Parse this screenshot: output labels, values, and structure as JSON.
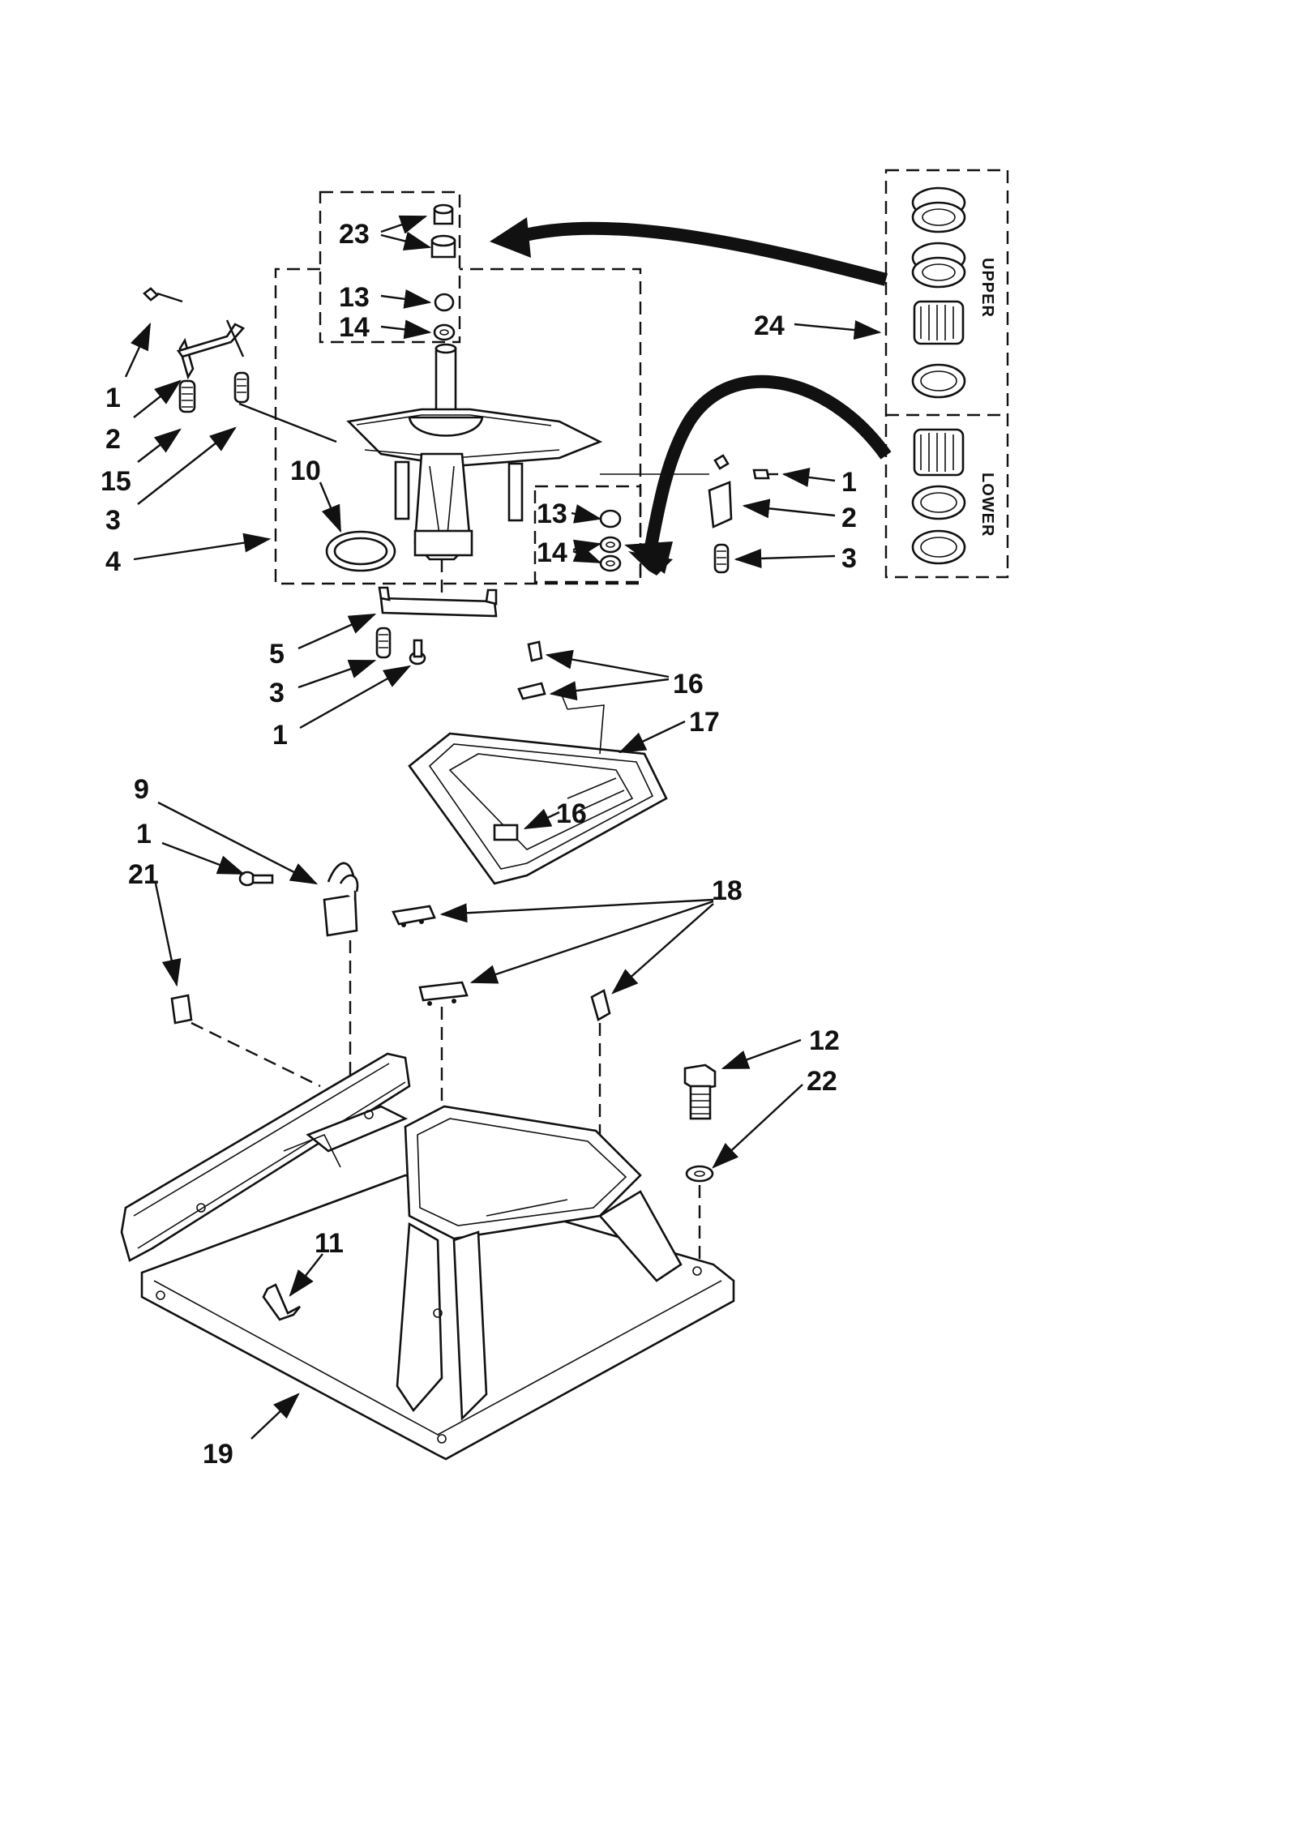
{
  "callouts": {
    "c1_top_left": "1",
    "c2_top_left": "2",
    "c15": "15",
    "c3_top_left": "3",
    "c4": "4",
    "c10": "10",
    "c23": "23",
    "c13_top": "13",
    "c14_top": "14",
    "c13_inner": "13",
    "c14_inner": "14",
    "c24": "24",
    "c1_right": "1",
    "c2_right": "2",
    "c3_right": "3",
    "c5": "5",
    "c3_mid": "3",
    "c1_mid": "1",
    "c16_top": "16",
    "c17": "17",
    "c16_inner": "16",
    "c9": "9",
    "c1_lower": "1",
    "c21": "21",
    "c18": "18",
    "c12": "12",
    "c22": "22",
    "c11": "11",
    "c19": "19"
  },
  "kit_labels": {
    "upper": "UPPER",
    "lower": "LOWER"
  }
}
